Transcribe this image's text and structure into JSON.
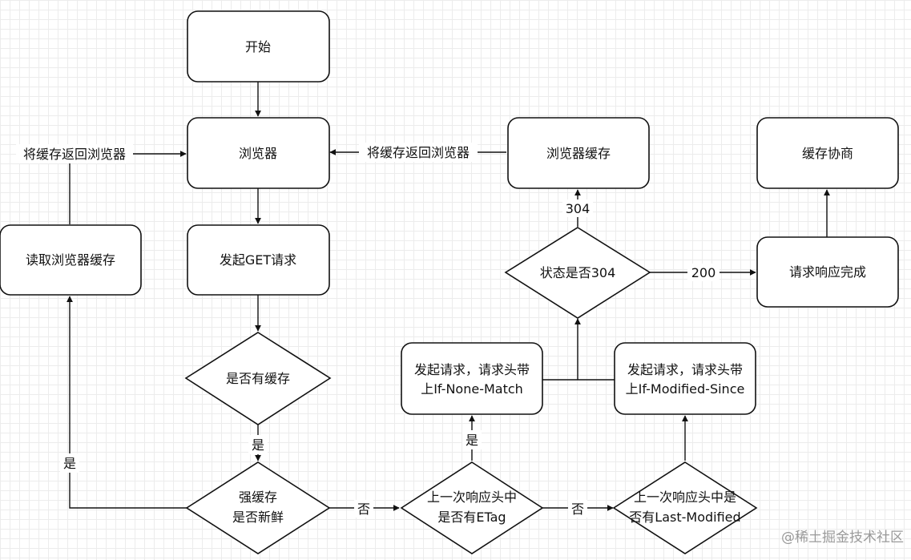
{
  "nodes": {
    "start": "开始",
    "browser": "浏览器",
    "get_request": "发起GET请求",
    "has_cache": "是否有缓存",
    "fresh_line1": "强缓存",
    "fresh_line2": "是否新鲜",
    "read_cache": "读取浏览器缓存",
    "etag_line1": "上一次响应头中",
    "etag_line2": "是否有ETag",
    "lastmod_line1": "上一次响应头中是",
    "lastmod_line2": "否有Last-Modified",
    "inm_line1": "发起请求，请求头带",
    "inm_line2": "上If-None-Match",
    "ims_line1": "发起请求，请求头带",
    "ims_line2": "上If-Modified-Since",
    "status304": "状态是否304",
    "browser_cache": "浏览器缓存",
    "request_done": "请求响应完成",
    "negotiation": "缓存协商"
  },
  "edge_labels": {
    "return_left": "将缓存返回浏览器",
    "return_right": "将缓存返回浏览器",
    "yes_cache": "是",
    "yes_fresh": "是",
    "no_fresh": "否",
    "yes_etag": "是",
    "no_etag": "否",
    "code304": "304",
    "code200": "200"
  },
  "watermark": "@稀土掘金技术社区"
}
